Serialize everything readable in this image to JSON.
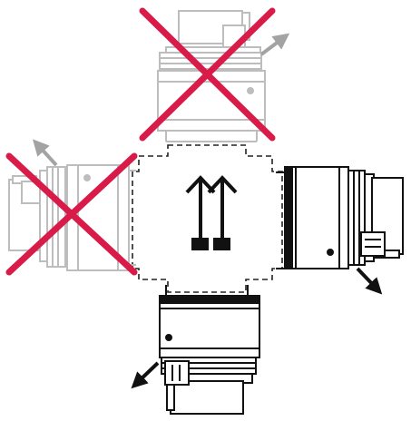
{
  "diagram": {
    "center_symbol": "this-side-up-arrows-icon",
    "orientations": [
      {
        "position": "top",
        "allowed": false,
        "cable_direction": "up-right"
      },
      {
        "position": "left",
        "allowed": false,
        "cable_direction": "up-left"
      },
      {
        "position": "right",
        "allowed": true,
        "cable_direction": "down-right"
      },
      {
        "position": "bottom",
        "allowed": true,
        "cable_direction": "down-left"
      }
    ]
  },
  "colors": {
    "cross": "#d81b48",
    "allowed_outline": "#111111",
    "forbidden_outline": "#bdbdbd",
    "cable_arrow_allowed": "#111111",
    "cable_arrow_forbidden": "#a3a3a3"
  }
}
